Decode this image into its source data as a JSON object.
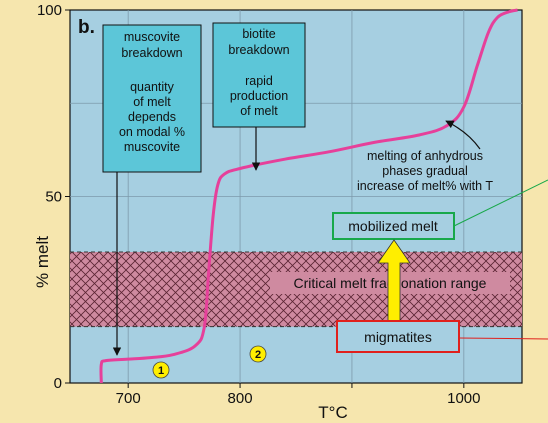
{
  "chart_data": {
    "type": "line",
    "panel_label": "b.",
    "xlabel": "T°C",
    "ylabel": "% melt",
    "xlim": [
      648,
      1052
    ],
    "ylim": [
      0,
      100
    ],
    "xticks": [
      700,
      800,
      900,
      1000
    ],
    "xtick_labels": [
      "700",
      "800",
      "",
      "1000"
    ],
    "yticks": [
      0,
      50,
      100
    ],
    "ytick_labels": [
      "0",
      "50",
      "100"
    ],
    "grid": true,
    "colors": {
      "background": "#a6cfe1",
      "curve": "#e6409a",
      "box_fill": "#5cc6d8",
      "band_fill": "#cf8aa0",
      "arrow_fill": "#ffee00",
      "green_box": "#18a84a",
      "red_box": "#e0201c"
    },
    "series": [
      {
        "name": "",
        "x": [
          676,
          676,
          680,
          700,
          720,
          740,
          760,
          768,
          772,
          776,
          780,
          786,
          800,
          840,
          880,
          920,
          960,
          985,
          1000,
          1012,
          1022,
          1030,
          1040,
          1048
        ],
        "y": [
          0,
          5,
          6,
          6.4,
          6.8,
          7.6,
          10,
          15,
          30,
          45,
          53,
          56,
          57.5,
          60,
          62,
          64.5,
          66.5,
          69,
          74,
          85,
          94,
          98,
          99.5,
          100
        ]
      }
    ],
    "boxes": {
      "muscovite": {
        "lines": [
          "muscovite",
          "breakdown",
          "",
          "quantity",
          "of melt",
          "depends",
          "on modal %",
          "muscovite"
        ]
      },
      "biotite": {
        "lines": [
          "biotite",
          "breakdown",
          "",
          "rapid",
          "production",
          "of melt"
        ]
      },
      "mobilized": {
        "text": "mobilized melt"
      },
      "migmatites": {
        "text": "migmatites"
      }
    },
    "annotations": {
      "anhydrous": [
        "melting of anhydrous",
        "phases  gradual",
        "increase of melt% with T"
      ],
      "band": "Critical melt fractionation range",
      "band_range": [
        15,
        35
      ],
      "markers": [
        "1",
        "2"
      ]
    }
  }
}
